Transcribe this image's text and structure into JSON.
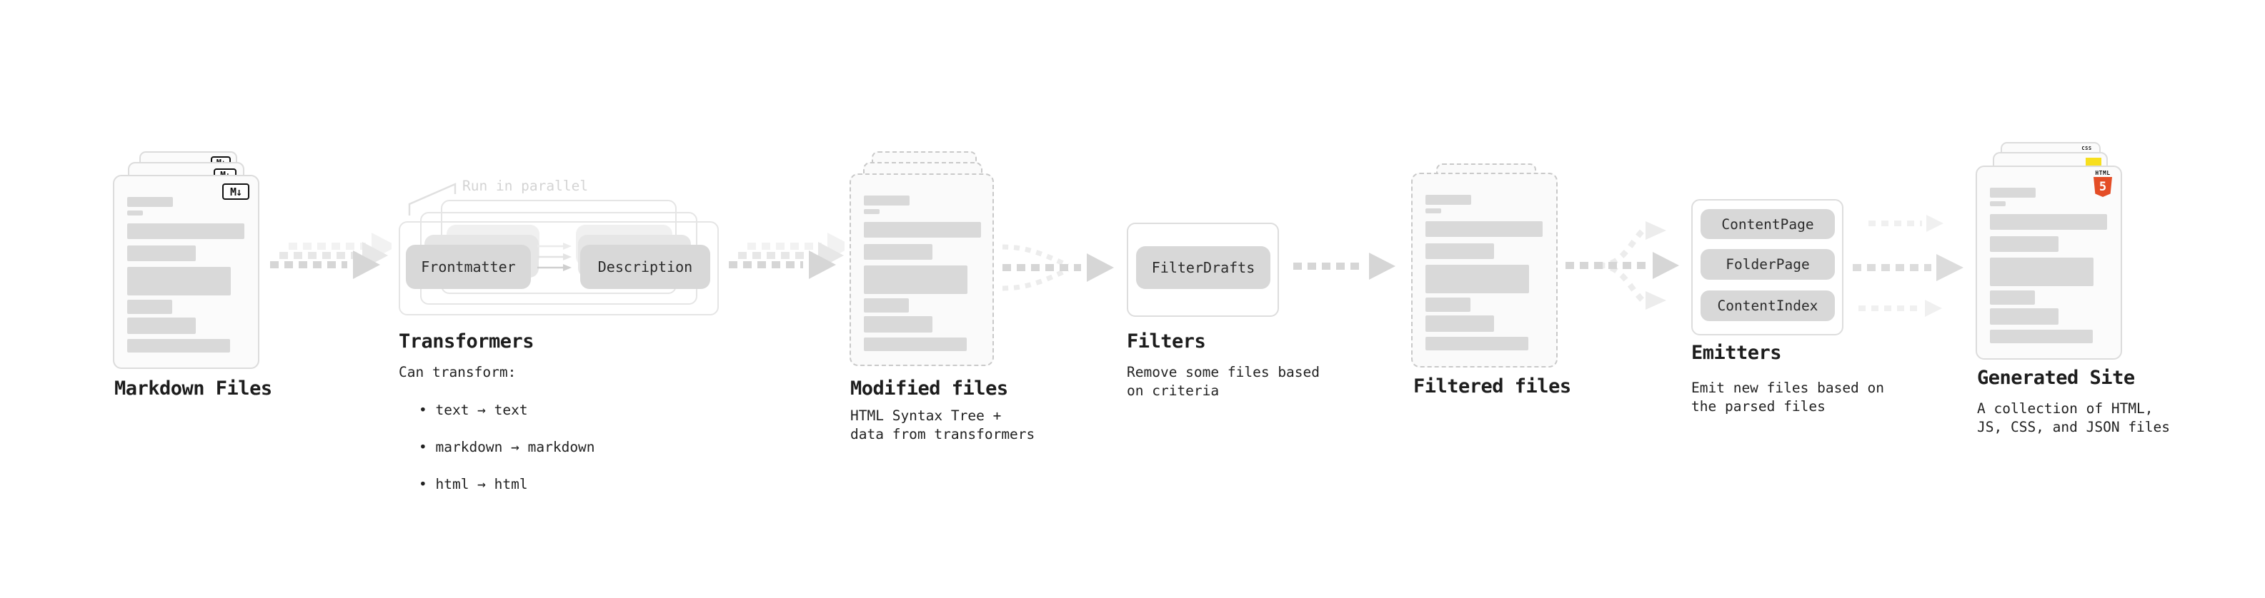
{
  "markdown_files": {
    "label": "Markdown Files",
    "icon_text": "M↓"
  },
  "transformers": {
    "heading": "Transformers",
    "callout": "Run in parallel",
    "pill_frontmatter": "Frontmatter",
    "pill_description": "Description",
    "subtitle": "Can transform:",
    "bullet_1": "• text → text",
    "bullet_2": "• markdown → markdown",
    "bullet_3": "• html → html"
  },
  "modified_files": {
    "label": "Modified files",
    "subtitle": "HTML Syntax Tree +\ndata from transformers"
  },
  "filters": {
    "heading": "Filters",
    "pill_filterdrafts": "FilterDrafts",
    "subtitle": "Remove some files based\non criteria"
  },
  "filtered_files": {
    "label": "Filtered files"
  },
  "emitters": {
    "heading": "Emitters",
    "pill_contentpage": "ContentPage",
    "pill_folderpage": "FolderPage",
    "pill_contentindex": "ContentIndex",
    "subtitle": "Emit new files based on\nthe parsed files"
  },
  "generated_site": {
    "label": "Generated Site",
    "subtitle": "A collection of HTML,\nJS, CSS, and JSON files",
    "html5_icon_word": "HTML",
    "html5_icon_number": "5",
    "css_icon_word": "CSS"
  },
  "colors": {
    "html5_orange": "#e44d26",
    "js_yellow": "#f7df1e",
    "css_blue": "#2e6ff2",
    "markdown_icon_black": "#111111",
    "arrow_gray": "#d6d6d6",
    "placeholder_bar_gray": "#d9d9d9"
  }
}
